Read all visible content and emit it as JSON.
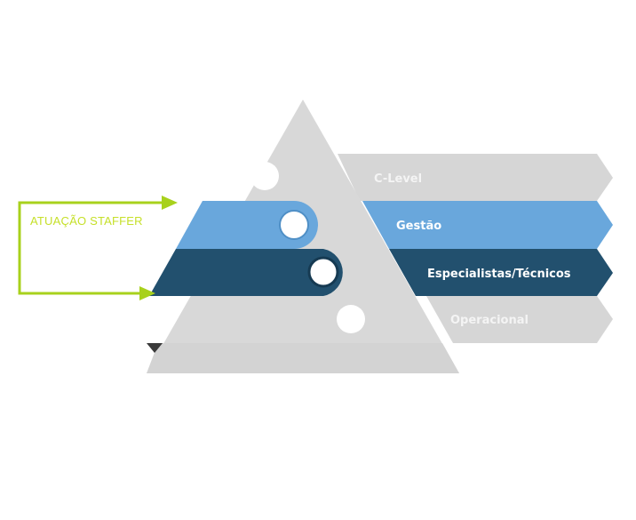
{
  "diagram": {
    "title": "Pirâmide hierárquica",
    "levels": [
      {
        "label": "C-Level",
        "color": "#d6d6d6",
        "text_color": "#f4f4f4",
        "highlighted": false
      },
      {
        "label": "Gestão",
        "color": "#69a7dc",
        "text_color": "#ffffff",
        "highlighted": true
      },
      {
        "label": "Especialistas/Técnicos",
        "color": "#22506e",
        "text_color": "#ffffff",
        "highlighted": true
      },
      {
        "label": "Operacional",
        "color": "#d6d6d6",
        "text_color": "#f4f4f4",
        "highlighted": false
      }
    ],
    "bracket": {
      "label": "ATUAÇÃO STAFFER",
      "color": "#a8d11c",
      "spans_levels": [
        "Gestão",
        "Especialistas/Técnicos"
      ]
    },
    "colors": {
      "pyramid": "#d8d8d8",
      "pyramid_shadow": "#cfcfcf",
      "circle": "#ffffff",
      "marker": "#3a3a3a"
    }
  }
}
